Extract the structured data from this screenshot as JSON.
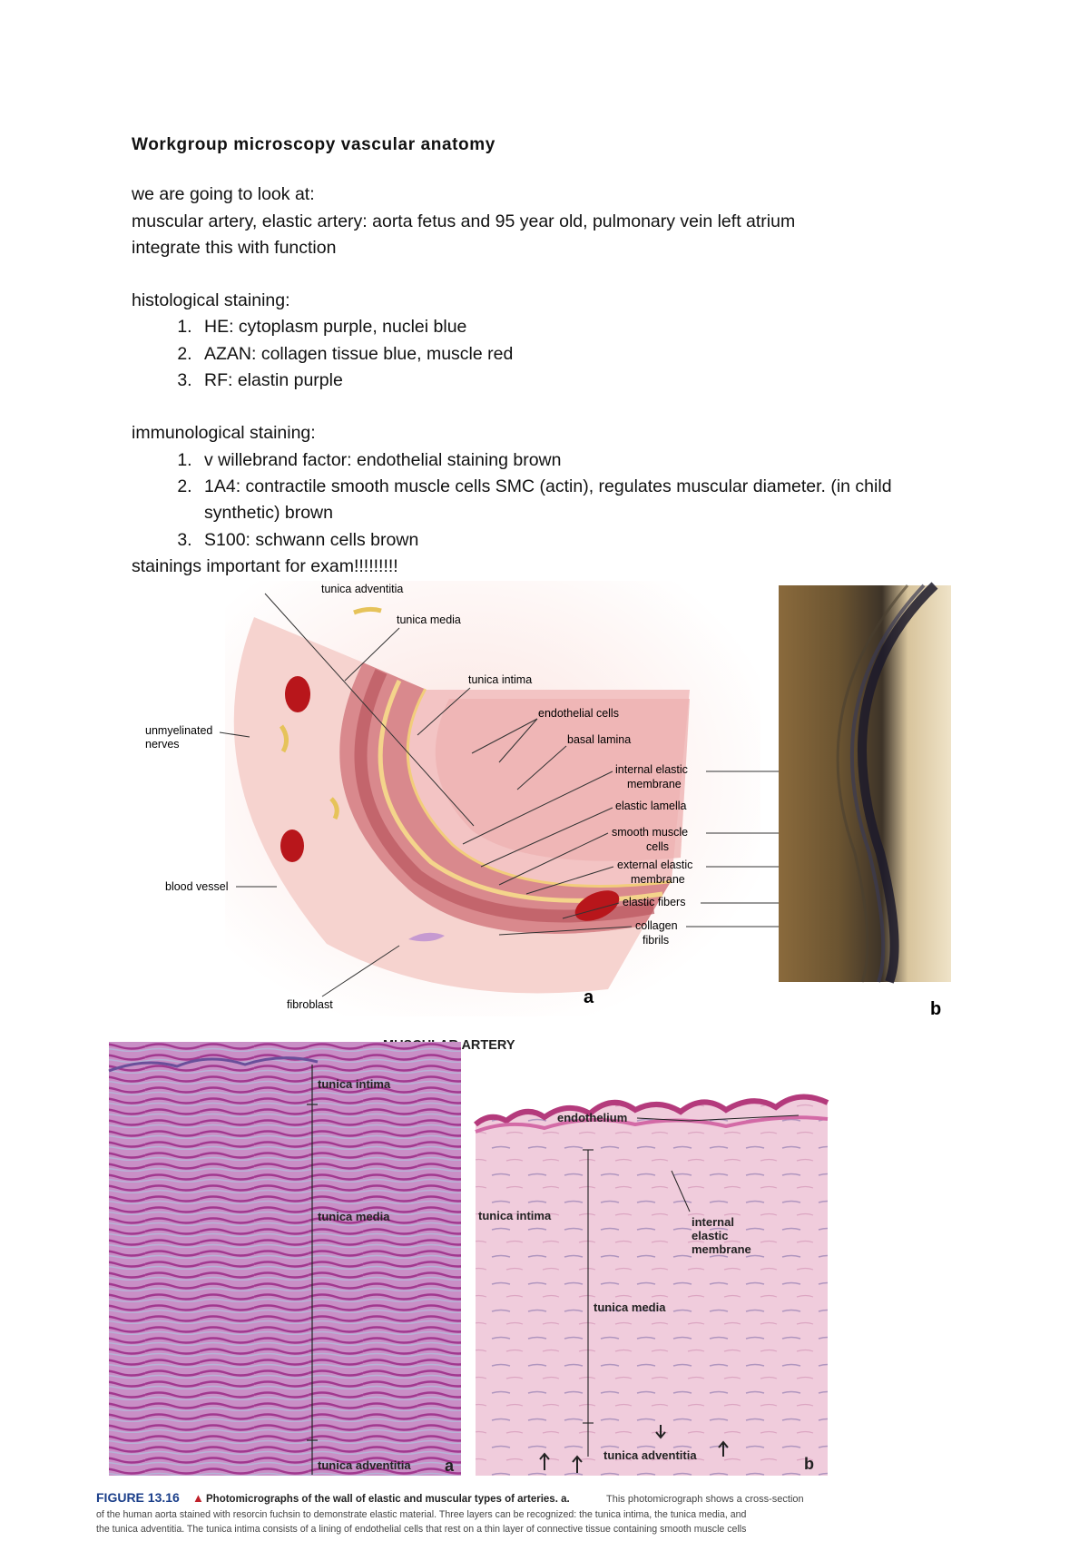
{
  "document": {
    "title": "Workgroup microscopy vascular anatomy",
    "intro": [
      "we are going to look at:",
      "muscular artery, elastic artery: aorta fetus and 95 year old, pulmonary vein left atrium",
      "integrate this with function"
    ],
    "histological": {
      "heading": "histological staining:",
      "items": [
        "HE: cytoplasm purple, nuclei blue",
        "AZAN: collagen tissue blue, muscle red",
        "RF: elastin purple"
      ]
    },
    "immunological": {
      "heading": "immunological staining:",
      "items": [
        "v willebrand factor: endothelial staining brown",
        "1A4: contractile smooth muscle cells SMC (actin), regulates muscular diameter. (in child synthetic) brown",
        "S100: schwann cells brown"
      ]
    },
    "note": "stainings important for exam!!!!!!!!!"
  },
  "figure_top": {
    "labels": {
      "tunica_adventitia": "tunica adventitia",
      "tunica_media": "tunica  media",
      "tunica_intima": "tunica  intima",
      "endothelial_cells": "endothelial cells",
      "basal_lamina": "basal lamina",
      "internal_elastic_1": "internal elastic",
      "internal_elastic_2": "membrane",
      "elastic_lamella": "elastic lamella",
      "smooth_muscle_1": "smooth muscle",
      "smooth_muscle_2": "cells",
      "external_elastic_1": "external elastic",
      "external_elastic_2": "membrane",
      "elastic_fibers": "elastic fibers",
      "collagen_1": "collagen",
      "collagen_2": "fibrils",
      "unmyelinated_1": "unmyelinated",
      "unmyelinated_2": "nerves",
      "blood_vessel": "blood vessel",
      "fibroblast": "fibroblast",
      "panel_a": "a",
      "panel_b": "b"
    }
  },
  "figure_bottom": {
    "heading": "MUSCULAR ARTERY",
    "left_labels": {
      "tunica_intima": "tunica intima",
      "tunica_media": "tunica media",
      "tunica_adventitia": "tunica adventitia",
      "panel": "a"
    },
    "right_labels": {
      "endothelium": "endothelium",
      "tunica_intima": "tunica intima",
      "internal_1": "internal",
      "internal_2": "elastic",
      "internal_3": "membrane",
      "tunica_media": "tunica media",
      "tunica_adventitia": "tunica adventitia",
      "panel": "b"
    },
    "caption_number": "FIGURE 13.16",
    "caption_title": "Photomicrographs of the wall of elastic and muscular types of arteries. a.",
    "caption_text_1": " This photomicrograph shows a cross-section",
    "caption_text_2": "of the human aorta stained with resorcin fuchsin to demonstrate elastic material. Three layers can be recognized: the tunica intima, the tunica media, and",
    "caption_text_3": "the tunica adventitia. The tunica intima consists of a lining of endothelial cells that rest on a thin layer of connective tissue containing smooth muscle cells"
  }
}
